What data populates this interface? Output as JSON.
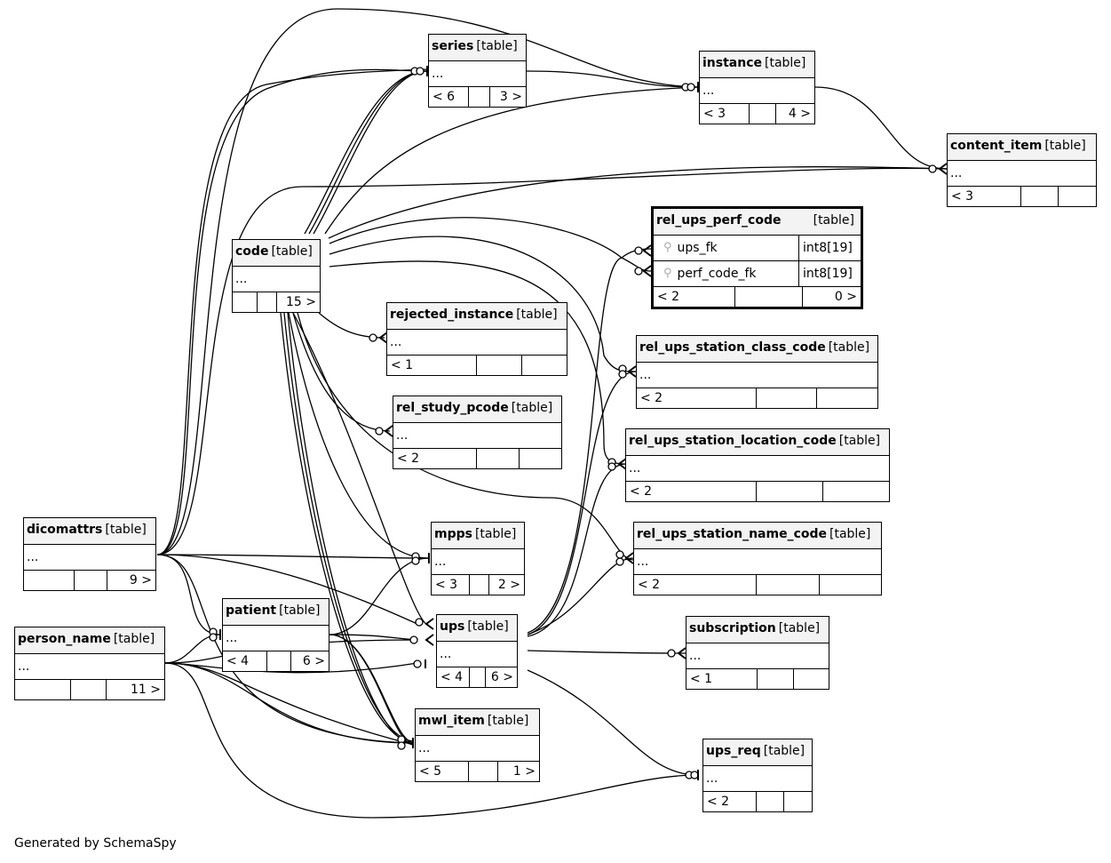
{
  "footer": "Generated by SchemaSpy",
  "tables": {
    "series": {
      "name": "series",
      "type": "[table]",
      "row": "...",
      "parents": "< 6",
      "children": "3 >"
    },
    "instance": {
      "name": "instance",
      "type": "[table]",
      "row": "...",
      "parents": "< 3",
      "children": "4 >"
    },
    "content_item": {
      "name": "content_item",
      "type": "[table]",
      "row": "...",
      "parents": "< 3",
      "children": ""
    },
    "rel_ups_perf_code": {
      "name": "rel_ups_perf_code",
      "type": "[table]",
      "parents": "< 2",
      "children": "0 >",
      "columns": [
        {
          "name": "ups_fk",
          "type": "int8[19]"
        },
        {
          "name": "perf_code_fk",
          "type": "int8[19]"
        }
      ]
    },
    "code": {
      "name": "code",
      "type": "[table]",
      "row": "...",
      "parents": "",
      "children": "15 >"
    },
    "rejected_instance": {
      "name": "rejected_instance",
      "type": "[table]",
      "row": "...",
      "parents": "< 1",
      "children": ""
    },
    "rel_ups_station_class_code": {
      "name": "rel_ups_station_class_code",
      "type": "[table]",
      "row": "...",
      "parents": "< 2",
      "children": ""
    },
    "rel_study_pcode": {
      "name": "rel_study_pcode",
      "type": "[table]",
      "row": "...",
      "parents": "< 2",
      "children": ""
    },
    "rel_ups_station_location_code": {
      "name": "rel_ups_station_location_code",
      "type": "[table]",
      "row": "...",
      "parents": "< 2",
      "children": ""
    },
    "dicomattrs": {
      "name": "dicomattrs",
      "type": "[table]",
      "row": "...",
      "parents": "",
      "children": "9 >"
    },
    "mpps": {
      "name": "mpps",
      "type": "[table]",
      "row": "...",
      "parents": "< 3",
      "children": "2 >"
    },
    "rel_ups_station_name_code": {
      "name": "rel_ups_station_name_code",
      "type": "[table]",
      "row": "...",
      "parents": "< 2",
      "children": ""
    },
    "patient": {
      "name": "patient",
      "type": "[table]",
      "row": "...",
      "parents": "< 4",
      "children": "6 >"
    },
    "ups": {
      "name": "ups",
      "type": "[table]",
      "row": "...",
      "parents": "< 4",
      "children": "6 >"
    },
    "subscription": {
      "name": "subscription",
      "type": "[table]",
      "row": "...",
      "parents": "< 1",
      "children": ""
    },
    "person_name": {
      "name": "person_name",
      "type": "[table]",
      "row": "...",
      "parents": "",
      "children": "11 >"
    },
    "mwl_item": {
      "name": "mwl_item",
      "type": "[table]",
      "row": "...",
      "parents": "< 5",
      "children": "1 >"
    },
    "ups_req": {
      "name": "ups_req",
      "type": "[table]",
      "row": "...",
      "parents": "< 2",
      "children": ""
    }
  }
}
